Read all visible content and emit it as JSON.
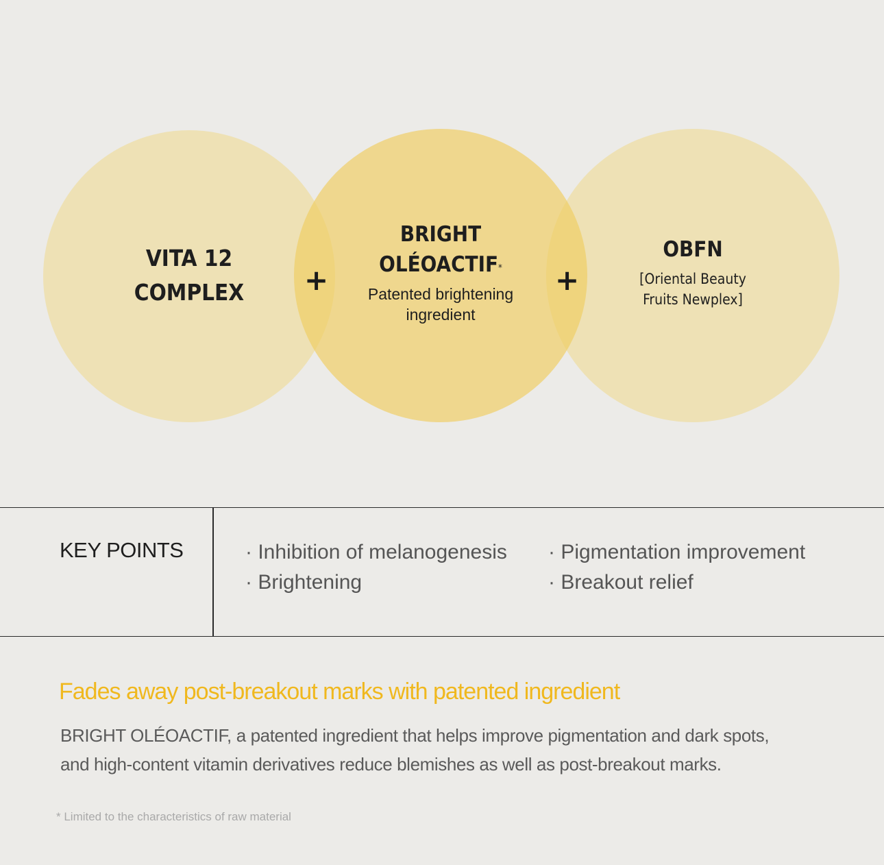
{
  "colors": {
    "background": "#ecebe8",
    "circle_light": "#f2e1a6",
    "circle_center": "#f2d57a",
    "headline": "#f0b81e",
    "text_gray": "#555555"
  },
  "diagram": {
    "circle_left": {
      "line1": "VITA 12",
      "line2": "COMPLEX"
    },
    "circle_center": {
      "line1": "BRIGHT",
      "line2": "OLÉOACTIF",
      "sup": "*",
      "sub_line1": "Patented brightening",
      "sub_line2": "ingredient"
    },
    "circle_right": {
      "line1": "OBFN",
      "sub_line1": "[Oriental Beauty",
      "sub_line2": "Fruits Newplex]"
    },
    "plus": "+"
  },
  "key_points": {
    "title": "KEY POINTS",
    "items": [
      "· Inhibition of melanogenesis",
      "· Brightening",
      "· Pigmentation improvement",
      "· Breakout relief"
    ]
  },
  "headline": "Fades away post-breakout marks with patented ingredient",
  "body": {
    "line1": "BRIGHT OLÉOACTIF, a patented ingredient that helps improve pigmentation and dark spots,",
    "line2": "and high-content vitamin derivatives reduce blemishes as well as post-breakout marks."
  },
  "footnote": "* Limited to the characteristics of raw material"
}
